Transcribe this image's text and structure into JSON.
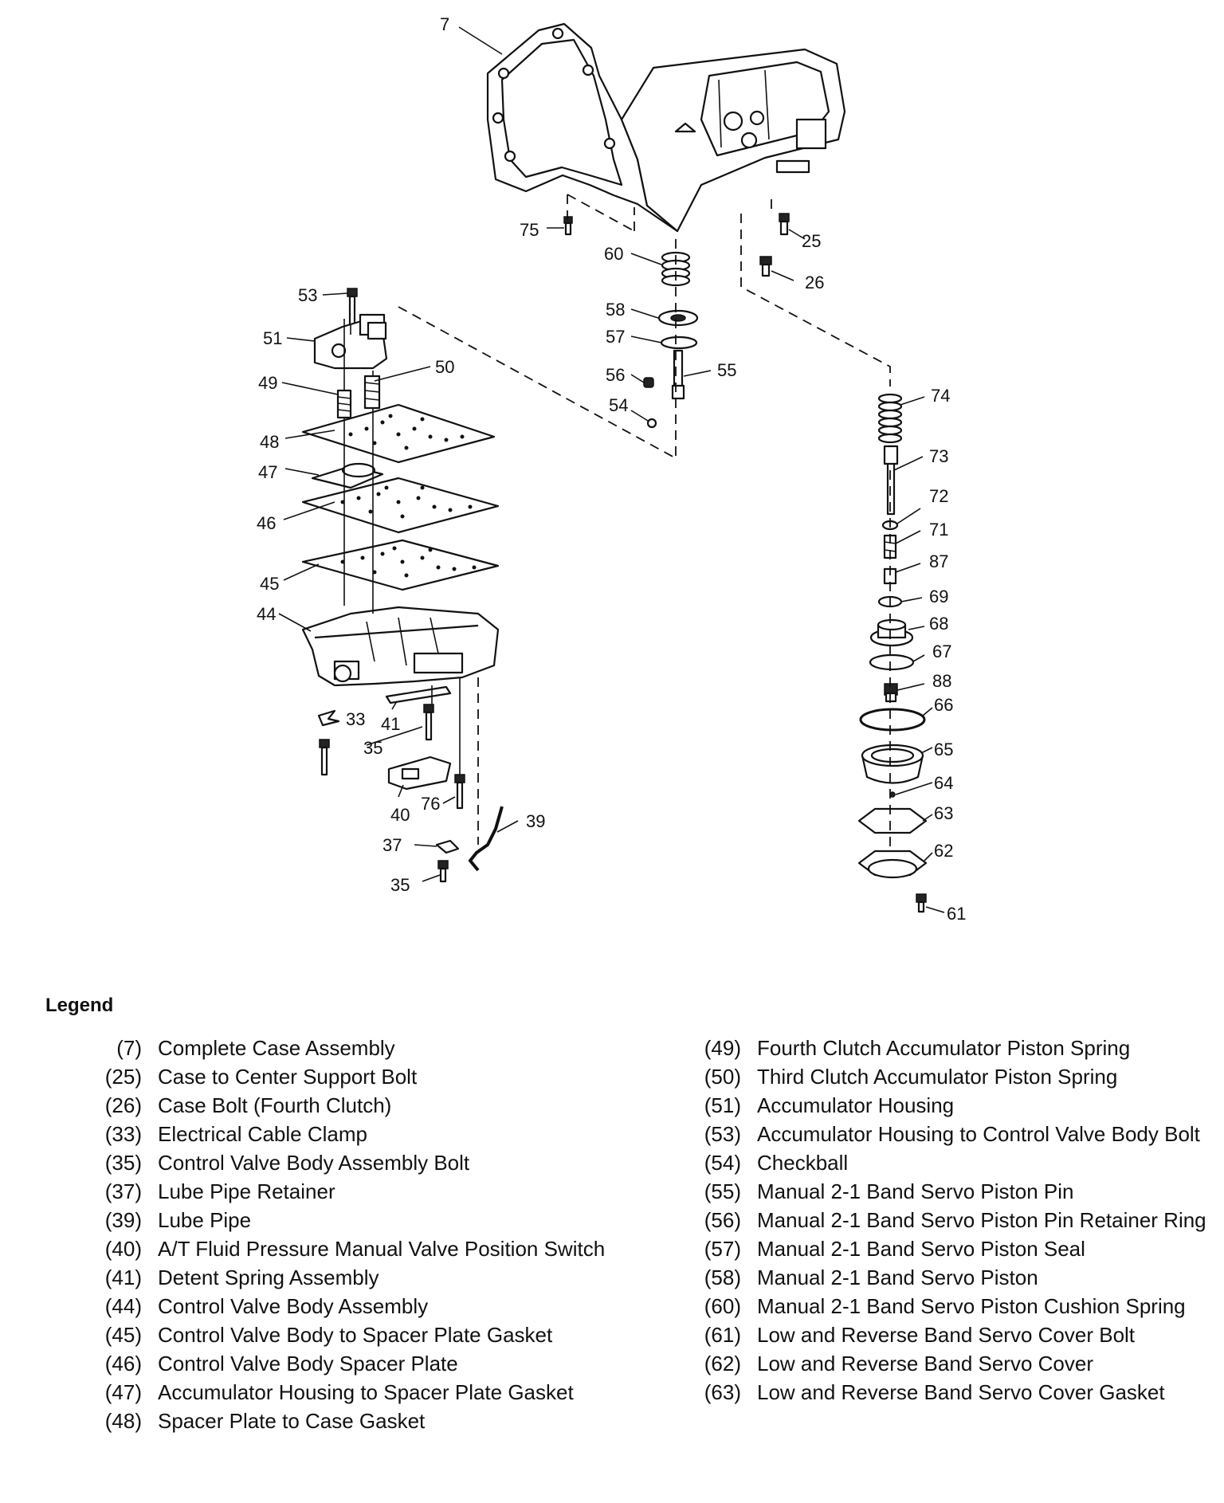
{
  "callouts": [
    "7",
    "25",
    "26",
    "75",
    "60",
    "58",
    "57",
    "56",
    "55",
    "54",
    "53",
    "51",
    "50",
    "49",
    "48",
    "47",
    "46",
    "45",
    "44",
    "33",
    "41",
    "35",
    "40",
    "76",
    "39",
    "37",
    "35",
    "74",
    "73",
    "72",
    "71",
    "87",
    "69",
    "68",
    "67",
    "88",
    "66",
    "65",
    "64",
    "63",
    "62",
    "61"
  ],
  "legend": {
    "title": "Legend",
    "left": [
      {
        "num": "(7)",
        "desc": "Complete Case Assembly"
      },
      {
        "num": "(25)",
        "desc": "Case to Center Support Bolt"
      },
      {
        "num": "(26)",
        "desc": "Case Bolt (Fourth Clutch)"
      },
      {
        "num": "(33)",
        "desc": "Electrical Cable Clamp"
      },
      {
        "num": "(35)",
        "desc": "Control Valve Body Assembly Bolt"
      },
      {
        "num": "(37)",
        "desc": "Lube Pipe Retainer"
      },
      {
        "num": "(39)",
        "desc": "Lube Pipe"
      },
      {
        "num": "(40)",
        "desc": "A/T Fluid Pressure Manual Valve Position Switch"
      },
      {
        "num": "(41)",
        "desc": "Detent Spring Assembly"
      },
      {
        "num": "(44)",
        "desc": "Control Valve Body Assembly"
      },
      {
        "num": "(45)",
        "desc": "Control Valve Body to Spacer Plate Gasket"
      },
      {
        "num": "(46)",
        "desc": "Control Valve Body Spacer Plate"
      },
      {
        "num": "(47)",
        "desc": "Accumulator Housing to Spacer Plate Gasket"
      },
      {
        "num": "(48)",
        "desc": "Spacer Plate to Case Gasket"
      }
    ],
    "right": [
      {
        "num": "(49)",
        "desc": "Fourth Clutch Accumulator Piston Spring"
      },
      {
        "num": "(50)",
        "desc": "Third Clutch Accumulator Piston Spring"
      },
      {
        "num": "(51)",
        "desc": "Accumulator Housing"
      },
      {
        "num": "(53)",
        "desc": "Accumulator Housing to Control Valve Body Bolt"
      },
      {
        "num": "(54)",
        "desc": "Checkball"
      },
      {
        "num": "(55)",
        "desc": "Manual 2-1 Band Servo Piston Pin"
      },
      {
        "num": "(56)",
        "desc": "Manual 2-1 Band Servo Piston Pin Retainer Ring"
      },
      {
        "num": "(57)",
        "desc": "Manual 2-1 Band Servo Piston Seal"
      },
      {
        "num": "(58)",
        "desc": "Manual 2-1 Band Servo Piston"
      },
      {
        "num": "(60)",
        "desc": "Manual 2-1 Band Servo Piston Cushion Spring"
      },
      {
        "num": "(61)",
        "desc": "Low and Reverse Band Servo Cover Bolt"
      },
      {
        "num": "(62)",
        "desc": "Low and Reverse Band Servo Cover"
      },
      {
        "num": "(63)",
        "desc": "Low and Reverse Band Servo Cover Gasket"
      }
    ]
  }
}
